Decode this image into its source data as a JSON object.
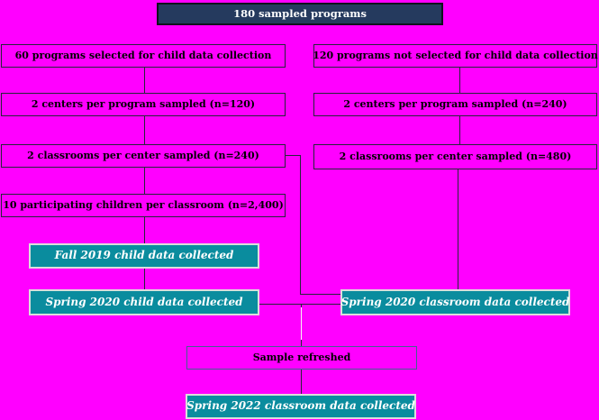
{
  "colors": {
    "background": "#FF00FF",
    "root_fill": "#253A5E",
    "teal_fill": "#0A8C9E",
    "connector": "#26263a",
    "connector_light": "#f5f5f5",
    "refresh_border": "#44618f"
  },
  "flowchart": {
    "root": "180 sampled programs",
    "left_branch": {
      "selected": "60 programs selected for child data collection",
      "centers": "2 centers per program sampled (n=120)",
      "classrooms": "2 classrooms per center sampled (n=240)",
      "children": "10 participating children per classroom (n=2,400)"
    },
    "right_branch": {
      "not_selected": "120 programs not selected for child data collection",
      "centers": "2 centers per program sampled (n=240)",
      "classrooms": "2 classrooms per center sampled (n=480)"
    },
    "events": {
      "fall_2019_child": "Fall 2019 child data collected",
      "spring_2020_child": "Spring 2020 child data collected",
      "spring_2020_classroom": "Spring 2020 classroom data collected",
      "sample_refreshed": "Sample refreshed",
      "spring_2022_classroom": "Spring 2022 classroom data collected"
    }
  }
}
